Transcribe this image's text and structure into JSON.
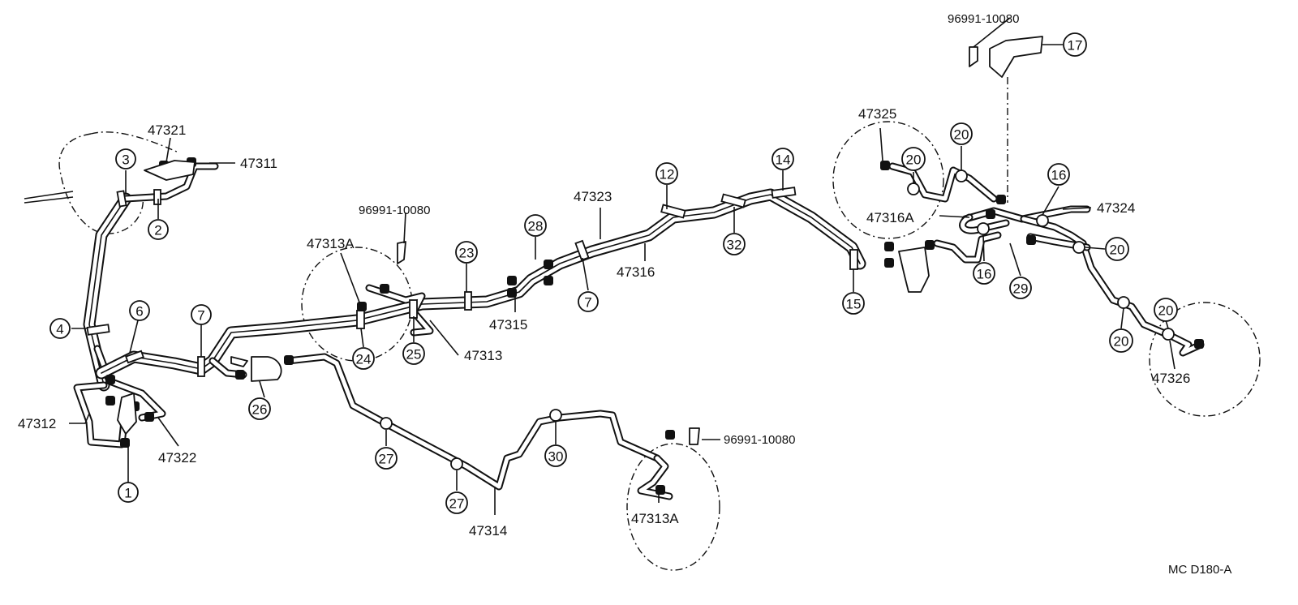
{
  "part_numbers": {
    "p47321": "47321",
    "p47311": "47311",
    "p47312": "47312",
    "p47322": "47322",
    "p47313A_left": "47313A",
    "p96991_upper": "96991-10080",
    "p47313": "47313",
    "p47315": "47315",
    "p47323": "47323",
    "p47316": "47316",
    "p47314": "47314",
    "p96991_lower": "96991-10080",
    "p47313A_lower": "47313A",
    "p96991_top": "96991-10080",
    "p47325": "47325",
    "p47316A": "47316A",
    "p47324": "47324",
    "p47326": "47326"
  },
  "callouts": {
    "c1": "1",
    "c2": "2",
    "c3": "3",
    "c4": "4",
    "c6": "6",
    "c7a": "7",
    "c7b": "7",
    "c12": "12",
    "c14": "14",
    "c15": "15",
    "c16a": "16",
    "c16b": "16",
    "c17": "17",
    "c20a": "20",
    "c20b": "20",
    "c20c": "20",
    "c20d": "20",
    "c20e": "20",
    "c23": "23",
    "c24": "24",
    "c25": "25",
    "c26": "26",
    "c27a": "27",
    "c27b": "27",
    "c28": "28",
    "c29": "29",
    "c30": "30",
    "c32": "32"
  },
  "diagram_code": "MC  D180-A"
}
